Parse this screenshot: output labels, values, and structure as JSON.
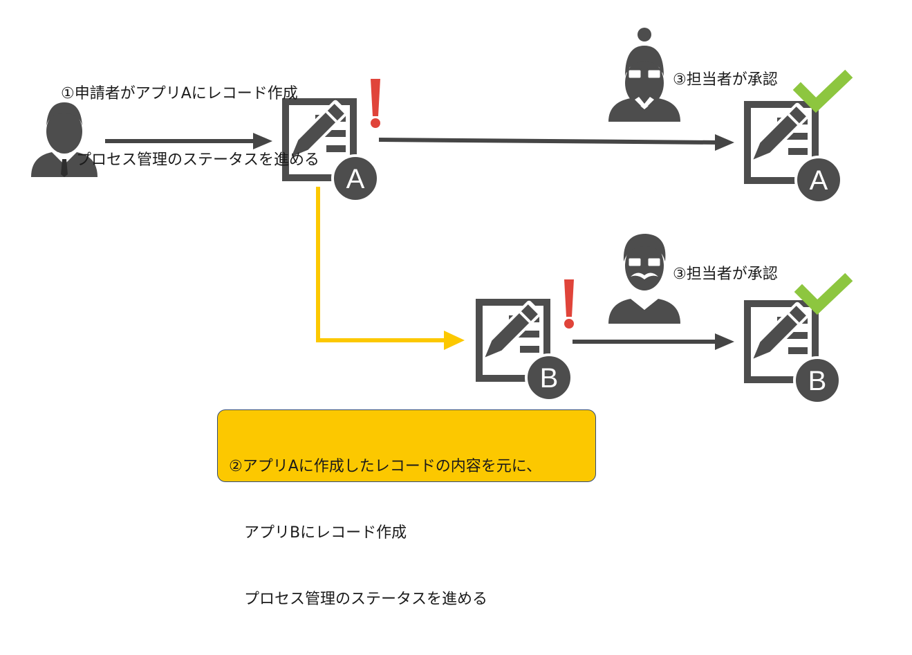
{
  "step1": {
    "line1": "①申請者がアプリAにレコード作成",
    "line2": "　プロセス管理のステータスを進める"
  },
  "step2": {
    "line1": "②アプリAに作成したレコードの内容を元に、",
    "line2": "　アプリBにレコード作成",
    "line3": "　プロセス管理のステータスを進める"
  },
  "step3_top": "③担当者が承認",
  "step3_bottom": "③担当者が承認",
  "doc_letters": {
    "app_a_submitted": "A",
    "app_a_approved": "A",
    "app_b_submitted": "B",
    "app_b_approved": "B"
  },
  "alert_mark": "!",
  "colors": {
    "icon": "#4d4d4d",
    "arrow": "#454545",
    "highlight_arrow": "#fcc800",
    "alert": "#e0443a",
    "check": "#8dc63f",
    "note_bg": "#fcc800",
    "note_border": "#2f4a7a"
  },
  "icons": {
    "applicant": "businessman-icon",
    "approver_a": "woman-with-glasses-icon",
    "approver_b": "man-with-mustache-icon",
    "document": "document-edit-icon",
    "alert": "exclamation-icon",
    "approved": "checkmark-icon"
  }
}
